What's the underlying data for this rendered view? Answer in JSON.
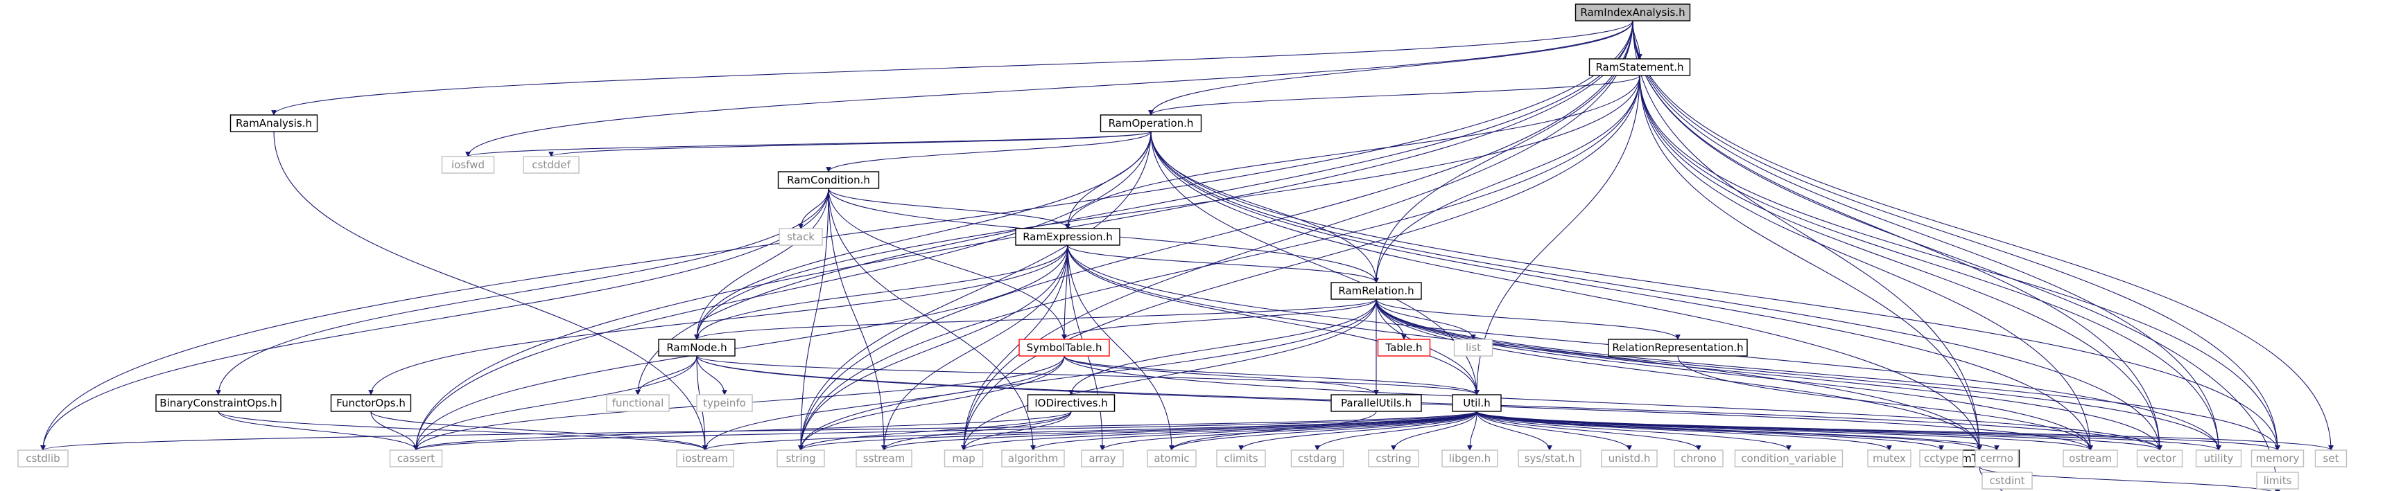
{
  "graph": {
    "title": "RamIndexAnalysis.h",
    "nodes": [
      {
        "id": "RamIndexAnalysis.h",
        "label": "RamIndexAnalysis.h",
        "kind": "root"
      },
      {
        "id": "RamStatement.h",
        "label": "RamStatement.h",
        "kind": "local"
      },
      {
        "id": "RamAnalysis.h",
        "label": "RamAnalysis.h",
        "kind": "local"
      },
      {
        "id": "RamOperation.h",
        "label": "RamOperation.h",
        "kind": "local"
      },
      {
        "id": "iosfwd",
        "label": "iosfwd",
        "kind": "system"
      },
      {
        "id": "cstddef",
        "label": "cstddef",
        "kind": "system"
      },
      {
        "id": "RamCondition.h",
        "label": "RamCondition.h",
        "kind": "local"
      },
      {
        "id": "stack",
        "label": "stack",
        "kind": "system"
      },
      {
        "id": "RamExpression.h",
        "label": "RamExpression.h",
        "kind": "local"
      },
      {
        "id": "RamRelation.h",
        "label": "RamRelation.h",
        "kind": "local"
      },
      {
        "id": "Table.h",
        "label": "Table.h",
        "kind": "truncated"
      },
      {
        "id": "list",
        "label": "list",
        "kind": "system"
      },
      {
        "id": "RelationRepresentation.h",
        "label": "RelationRepresentation.h",
        "kind": "local"
      },
      {
        "id": "RamNode.h",
        "label": "RamNode.h",
        "kind": "local"
      },
      {
        "id": "SymbolTable.h",
        "label": "SymbolTable.h",
        "kind": "truncated"
      },
      {
        "id": "BinaryConstraintOps.h",
        "label": "BinaryConstraintOps.h",
        "kind": "local"
      },
      {
        "id": "FunctorOps.h",
        "label": "FunctorOps.h",
        "kind": "local"
      },
      {
        "id": "functional",
        "label": "functional",
        "kind": "system"
      },
      {
        "id": "typeinfo",
        "label": "typeinfo",
        "kind": "system"
      },
      {
        "id": "IODirectives.h",
        "label": "IODirectives.h",
        "kind": "local"
      },
      {
        "id": "ParallelUtils.h",
        "label": "ParallelUtils.h",
        "kind": "local"
      },
      {
        "id": "Util.h",
        "label": "Util.h",
        "kind": "local"
      },
      {
        "id": "RamTypes.h",
        "label": "RamTypes.h",
        "kind": "local"
      },
      {
        "id": "cstdint",
        "label": "cstdint",
        "kind": "system"
      },
      {
        "id": "limits",
        "label": "limits",
        "kind": "system"
      },
      {
        "id": "cstdlib",
        "label": "cstdlib",
        "kind": "system"
      },
      {
        "id": "cassert",
        "label": "cassert",
        "kind": "system"
      },
      {
        "id": "iostream",
        "label": "iostream",
        "kind": "system"
      },
      {
        "id": "string",
        "label": "string",
        "kind": "system"
      },
      {
        "id": "sstream",
        "label": "sstream",
        "kind": "system"
      },
      {
        "id": "map",
        "label": "map",
        "kind": "system"
      },
      {
        "id": "algorithm",
        "label": "algorithm",
        "kind": "system"
      },
      {
        "id": "array",
        "label": "array",
        "kind": "system"
      },
      {
        "id": "atomic",
        "label": "atomic",
        "kind": "system"
      },
      {
        "id": "climits",
        "label": "climits",
        "kind": "system"
      },
      {
        "id": "cstdarg",
        "label": "cstdarg",
        "kind": "system"
      },
      {
        "id": "cstring",
        "label": "cstring",
        "kind": "system"
      },
      {
        "id": "libgen.h",
        "label": "libgen.h",
        "kind": "system"
      },
      {
        "id": "sys/stat.h",
        "label": "sys/stat.h",
        "kind": "system"
      },
      {
        "id": "unistd.h",
        "label": "unistd.h",
        "kind": "system"
      },
      {
        "id": "chrono",
        "label": "chrono",
        "kind": "system"
      },
      {
        "id": "condition_variable",
        "label": "condition_variable",
        "kind": "system"
      },
      {
        "id": "mutex",
        "label": "mutex",
        "kind": "system"
      },
      {
        "id": "cctype",
        "label": "cctype",
        "kind": "system"
      },
      {
        "id": "cerrno",
        "label": "cerrno",
        "kind": "system"
      },
      {
        "id": "ostream",
        "label": "ostream",
        "kind": "system"
      },
      {
        "id": "vector",
        "label": "vector",
        "kind": "system"
      },
      {
        "id": "utility",
        "label": "utility",
        "kind": "system"
      },
      {
        "id": "memory",
        "label": "memory",
        "kind": "system"
      },
      {
        "id": "set",
        "label": "set",
        "kind": "system"
      }
    ],
    "edges": [
      [
        "RamIndexAnalysis.h",
        "RamStatement.h"
      ],
      [
        "RamIndexAnalysis.h",
        "RamAnalysis.h"
      ],
      [
        "RamIndexAnalysis.h",
        "RamOperation.h"
      ],
      [
        "RamIndexAnalysis.h",
        "RamRelation.h"
      ],
      [
        "RamIndexAnalysis.h",
        "RamTypes.h"
      ],
      [
        "RamIndexAnalysis.h",
        "cstdlib"
      ],
      [
        "RamIndexAnalysis.h",
        "cassert"
      ],
      [
        "RamIndexAnalysis.h",
        "iosfwd"
      ],
      [
        "RamIndexAnalysis.h",
        "functional"
      ],
      [
        "RamIndexAnalysis.h",
        "string"
      ],
      [
        "RamIndexAnalysis.h",
        "map"
      ],
      [
        "RamIndexAnalysis.h",
        "vector"
      ],
      [
        "RamIndexAnalysis.h",
        "utility"
      ],
      [
        "RamIndexAnalysis.h",
        "memory"
      ],
      [
        "RamIndexAnalysis.h",
        "set"
      ],
      [
        "RamIndexAnalysis.h",
        "limits"
      ],
      [
        "RamStatement.h",
        "RamOperation.h"
      ],
      [
        "RamStatement.h",
        "RamExpression.h"
      ],
      [
        "RamStatement.h",
        "RamRelation.h"
      ],
      [
        "RamStatement.h",
        "RamNode.h"
      ],
      [
        "RamStatement.h",
        "Util.h"
      ],
      [
        "RamStatement.h",
        "string"
      ],
      [
        "RamStatement.h",
        "map"
      ],
      [
        "RamStatement.h",
        "ostream"
      ],
      [
        "RamStatement.h",
        "vector"
      ],
      [
        "RamStatement.h",
        "utility"
      ],
      [
        "RamStatement.h",
        "memory"
      ],
      [
        "RamStatement.h",
        "RamTypes.h"
      ],
      [
        "RamAnalysis.h",
        "iostream"
      ],
      [
        "RamOperation.h",
        "RamCondition.h"
      ],
      [
        "RamOperation.h",
        "RamExpression.h"
      ],
      [
        "RamOperation.h",
        "RamRelation.h"
      ],
      [
        "RamOperation.h",
        "RamNode.h"
      ],
      [
        "RamOperation.h",
        "Util.h"
      ],
      [
        "RamOperation.h",
        "iosfwd"
      ],
      [
        "RamOperation.h",
        "cstddef"
      ],
      [
        "RamOperation.h",
        "cassert"
      ],
      [
        "RamOperation.h",
        "string"
      ],
      [
        "RamOperation.h",
        "vector"
      ],
      [
        "RamOperation.h",
        "memory"
      ],
      [
        "RamOperation.h",
        "RamTypes.h"
      ],
      [
        "RamOperation.h",
        "ostream"
      ],
      [
        "RamCondition.h",
        "RamExpression.h"
      ],
      [
        "RamCondition.h",
        "RamRelation.h"
      ],
      [
        "RamCondition.h",
        "RamNode.h"
      ],
      [
        "RamCondition.h",
        "SymbolTable.h"
      ],
      [
        "RamCondition.h",
        "BinaryConstraintOps.h"
      ],
      [
        "RamCondition.h",
        "stack"
      ],
      [
        "RamCondition.h",
        "cstdlib"
      ],
      [
        "RamCondition.h",
        "sstream"
      ],
      [
        "RamCondition.h",
        "string"
      ],
      [
        "RamCondition.h",
        "algorithm"
      ],
      [
        "RamExpression.h",
        "RamRelation.h"
      ],
      [
        "RamExpression.h",
        "RamNode.h"
      ],
      [
        "RamExpression.h",
        "SymbolTable.h"
      ],
      [
        "RamExpression.h",
        "FunctorOps.h"
      ],
      [
        "RamExpression.h",
        "Util.h"
      ],
      [
        "RamExpression.h",
        "cassert"
      ],
      [
        "RamExpression.h",
        "string"
      ],
      [
        "RamExpression.h",
        "sstream"
      ],
      [
        "RamExpression.h",
        "map"
      ],
      [
        "RamExpression.h",
        "array"
      ],
      [
        "RamExpression.h",
        "atomic"
      ],
      [
        "RamExpression.h",
        "utility"
      ],
      [
        "RamExpression.h",
        "RamTypes.h"
      ],
      [
        "RamRelation.h",
        "RamNode.h"
      ],
      [
        "RamRelation.h",
        "SymbolTable.h"
      ],
      [
        "RamRelation.h",
        "IODirectives.h"
      ],
      [
        "RamRelation.h",
        "ParallelUtils.h"
      ],
      [
        "RamRelation.h",
        "Util.h"
      ],
      [
        "RamRelation.h",
        "Table.h"
      ],
      [
        "RamRelation.h",
        "list"
      ],
      [
        "RamRelation.h",
        "RelationRepresentation.h"
      ],
      [
        "RamRelation.h",
        "RamTypes.h"
      ],
      [
        "RamRelation.h",
        "string"
      ],
      [
        "RamRelation.h",
        "map"
      ],
      [
        "RamRelation.h",
        "memory"
      ],
      [
        "RamRelation.h",
        "utility"
      ],
      [
        "RamRelation.h",
        "vector"
      ],
      [
        "RamRelation.h",
        "ostream"
      ],
      [
        "RelationRepresentation.h",
        "ostream"
      ],
      [
        "RamNode.h",
        "functional"
      ],
      [
        "RamNode.h",
        "typeinfo"
      ],
      [
        "RamNode.h",
        "cassert"
      ],
      [
        "RamNode.h",
        "iostream"
      ],
      [
        "RamNode.h",
        "vector"
      ],
      [
        "RamNode.h",
        "ostream"
      ],
      [
        "RamNode.h",
        "Util.h"
      ],
      [
        "SymbolTable.h",
        "ParallelUtils.h"
      ],
      [
        "SymbolTable.h",
        "Util.h"
      ],
      [
        "SymbolTable.h",
        "cassert"
      ],
      [
        "SymbolTable.h",
        "string"
      ],
      [
        "SymbolTable.h",
        "vector"
      ],
      [
        "SymbolTable.h",
        "iostream"
      ],
      [
        "BinaryConstraintOps.h",
        "cassert"
      ],
      [
        "BinaryConstraintOps.h",
        "iostream"
      ],
      [
        "FunctorOps.h",
        "cassert"
      ],
      [
        "FunctorOps.h",
        "iostream"
      ],
      [
        "IODirectives.h",
        "map"
      ],
      [
        "IODirectives.h",
        "string"
      ],
      [
        "IODirectives.h",
        "sstream"
      ],
      [
        "IODirectives.h",
        "cassert"
      ],
      [
        "ParallelUtils.h",
        "atomic"
      ],
      [
        "Util.h",
        "RamTypes.h"
      ],
      [
        "Util.h",
        "cstdlib"
      ],
      [
        "Util.h",
        "cassert"
      ],
      [
        "Util.h",
        "iostream"
      ],
      [
        "Util.h",
        "string"
      ],
      [
        "Util.h",
        "sstream"
      ],
      [
        "Util.h",
        "map"
      ],
      [
        "Util.h",
        "algorithm"
      ],
      [
        "Util.h",
        "array"
      ],
      [
        "Util.h",
        "atomic"
      ],
      [
        "Util.h",
        "climits"
      ],
      [
        "Util.h",
        "cstdarg"
      ],
      [
        "Util.h",
        "cstring"
      ],
      [
        "Util.h",
        "libgen.h"
      ],
      [
        "Util.h",
        "sys/stat.h"
      ],
      [
        "Util.h",
        "unistd.h"
      ],
      [
        "Util.h",
        "chrono"
      ],
      [
        "Util.h",
        "condition_variable"
      ],
      [
        "Util.h",
        "mutex"
      ],
      [
        "Util.h",
        "cctype"
      ],
      [
        "Util.h",
        "cerrno"
      ],
      [
        "Util.h",
        "ostream"
      ],
      [
        "Util.h",
        "vector"
      ],
      [
        "Util.h",
        "utility"
      ],
      [
        "Util.h",
        "memory"
      ],
      [
        "Util.h",
        "set"
      ],
      [
        "RamTypes.h",
        "cstdint"
      ],
      [
        "RamTypes.h",
        "limits"
      ]
    ]
  }
}
